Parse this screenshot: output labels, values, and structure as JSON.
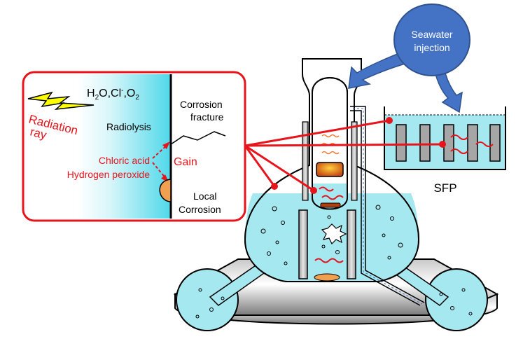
{
  "inset": {
    "formula": {
      "h": "H",
      "s2": "2",
      "o": "O,Cl",
      "minus": "-",
      "comma": ",O",
      "s2b": "2"
    },
    "radiation_line1": "Radiation",
    "radiation_line2": "ray",
    "radiolysis": "Radiolysis",
    "corrosion_fracture_line1": "Corrosion",
    "corrosion_fracture_line2": "fracture",
    "chloric_acid": "Chloric acid",
    "hydrogen_peroxide": "Hydrogen peroxide",
    "gain": "Gain",
    "local_corrosion_line1": "Local",
    "local_corrosion_line2": "Corrosion"
  },
  "seawater_line1": "Seawater",
  "seawater_line2": "injection",
  "sfp_label": "SFP",
  "colors": {
    "water": "#a6e8f0",
    "red": "#e8141c",
    "blue": "#4472c4",
    "gray": "#b4b4b4",
    "corrosion": "#f0a050"
  }
}
